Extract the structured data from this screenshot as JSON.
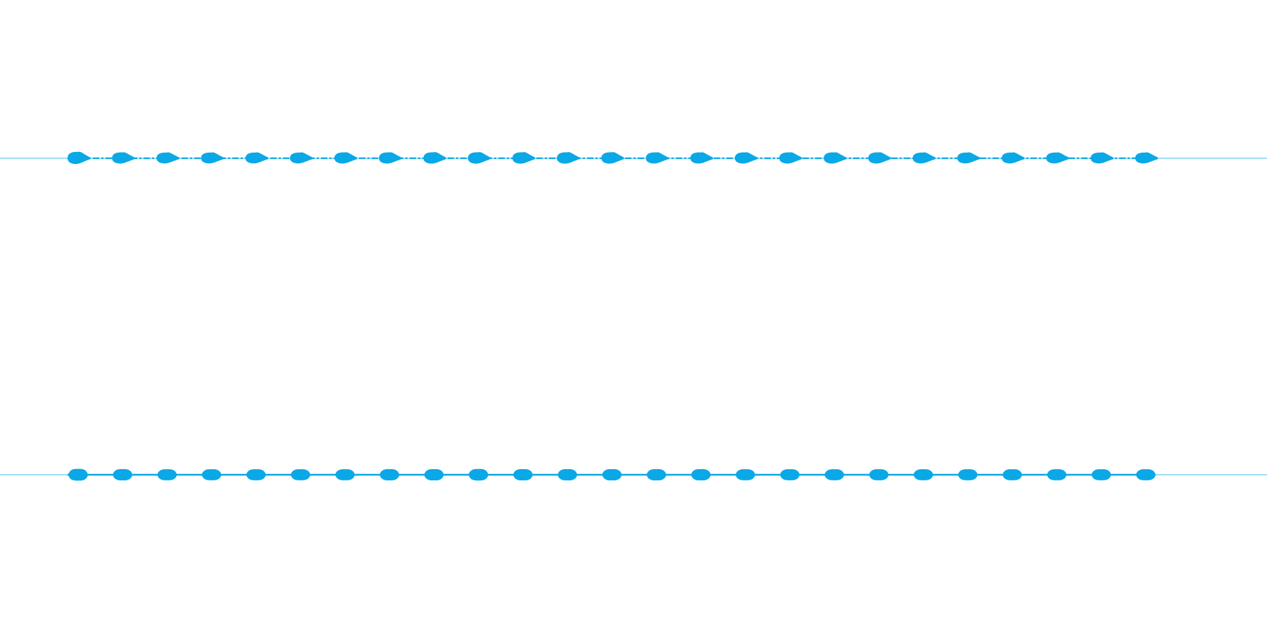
{
  "chart_data": {
    "type": "area",
    "title": "",
    "xlabel": "",
    "ylabel": "",
    "grid": false,
    "legend": "none",
    "colors": {
      "waveform": "#0aa8e6",
      "baseline": "#3cb8ea",
      "background": "#ffffff"
    },
    "channels": [
      {
        "name": "",
        "envelope_shape": "asymmetric",
        "connector_style": "dashed",
        "pulses": [
          1.0,
          0.92,
          0.9,
          0.9,
          0.9,
          0.9,
          0.92,
          0.92,
          0.94,
          0.94,
          0.94,
          0.94,
          0.94,
          0.92,
          0.92,
          0.92,
          0.92,
          0.92,
          0.92,
          0.9,
          0.9,
          0.9,
          0.9,
          0.9,
          0.9
        ]
      },
      {
        "name": "",
        "envelope_shape": "symmetric",
        "connector_style": "solid",
        "pulses": [
          0.92,
          0.88,
          0.86,
          0.86,
          0.86,
          0.86,
          0.86,
          0.88,
          0.88,
          0.9,
          0.88,
          0.88,
          0.88,
          0.88,
          0.88,
          0.86,
          0.86,
          0.86,
          0.86,
          0.86,
          0.86,
          0.86,
          0.86,
          0.86,
          0.86
        ]
      }
    ]
  }
}
